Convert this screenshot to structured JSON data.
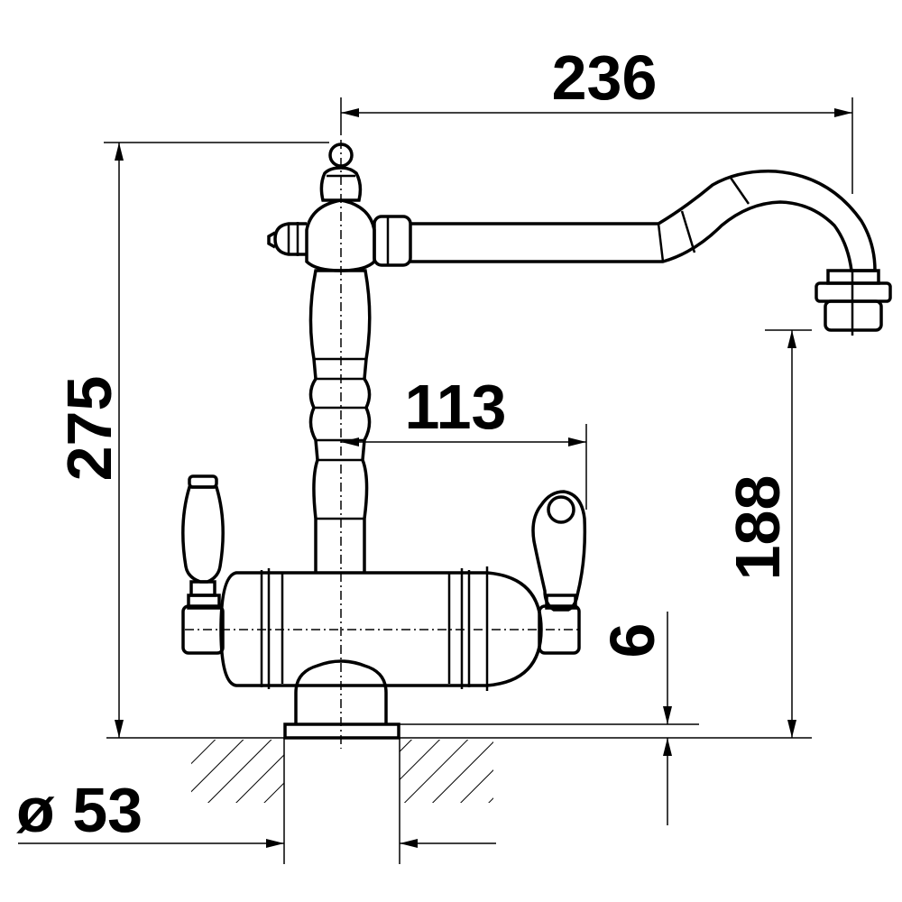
{
  "drawing": {
    "dimensions": {
      "spout_reach": "236",
      "total_height": "275",
      "lever_reach": "113",
      "spout_height": "188",
      "base_thickness": "6",
      "hole_diameter": "ø 53"
    },
    "line_color": "#000000",
    "background_color": "#ffffff"
  }
}
